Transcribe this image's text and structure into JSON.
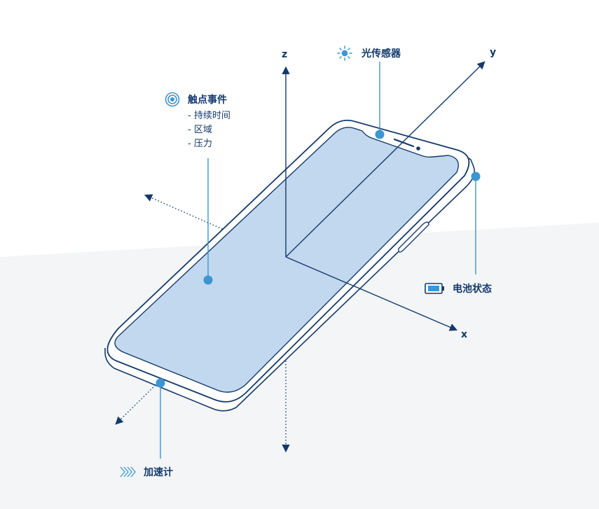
{
  "axes": {
    "x": "x",
    "y": "y",
    "z": "z"
  },
  "labels": {
    "light_sensor": "光传感器",
    "touch_event": "触点事件",
    "touch_details": [
      "- 持续时间",
      "- 区域",
      "- 压力"
    ],
    "battery": "电池状态",
    "accelerometer": "加速计"
  },
  "colors": {
    "dark": "#143a6b",
    "accent": "#3c96d2",
    "screen_fill": "#c2d8ee",
    "floor": "#f3f5f7"
  },
  "icons": {
    "light_sensor": "sun-icon",
    "touch_event": "touch-target-icon",
    "battery": "battery-icon",
    "accelerometer": "chevrons-right-icon"
  }
}
